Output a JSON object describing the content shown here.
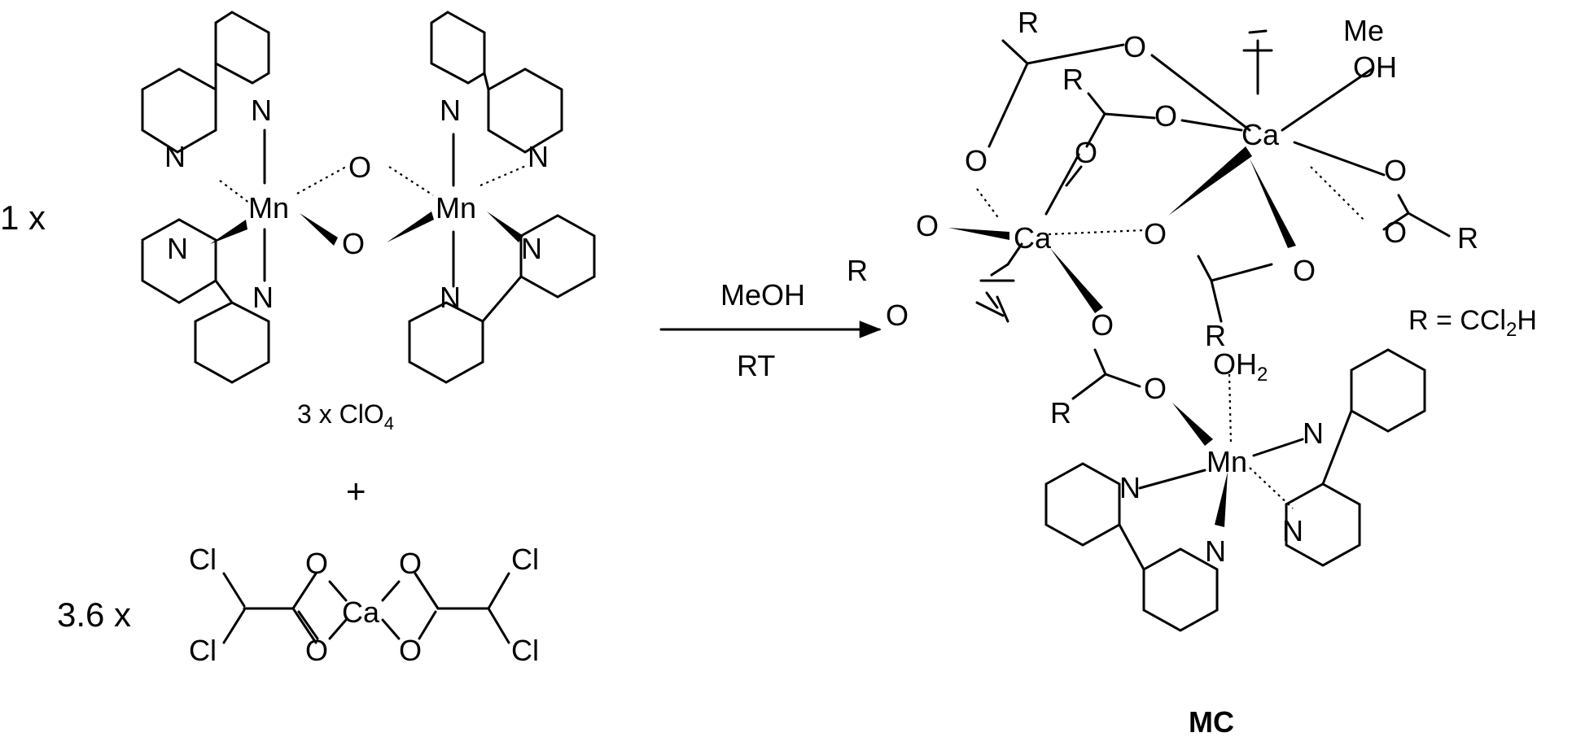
{
  "reactant_1": {
    "coefficient": "1 x",
    "metal": "Mn",
    "bridge": "O",
    "donor": "N",
    "counterion_prefix": "3 x ClO",
    "counterion_sub": "4"
  },
  "plus": "+",
  "reactant_2": {
    "coefficient": "3.6 x",
    "metal": "Ca",
    "oxygen": "O",
    "halogen": "Cl"
  },
  "arrow": {
    "above": "MeOH",
    "below": "RT"
  },
  "product": {
    "name": "MC",
    "calcium": "Ca",
    "manganese": "Mn",
    "oxygen": "O",
    "nitrogen": "N",
    "r_group": "R",
    "methanol_me": "Me",
    "methanol_oh": "OH",
    "water_o": "OH",
    "water_sub": "2"
  },
  "definition": {
    "text_prefix": "R = CCl",
    "text_sub": "2",
    "text_suffix": "H"
  },
  "colors": {
    "ink": "#000000",
    "background": "#ffffff"
  }
}
